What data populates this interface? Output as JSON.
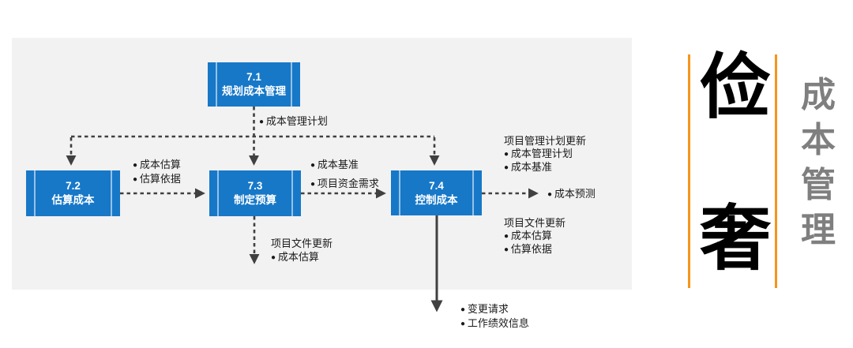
{
  "processes": [
    {
      "number": "7.1",
      "name": "规划成本管理"
    },
    {
      "number": "7.2",
      "name": "估算成本"
    },
    {
      "number": "7.3",
      "name": "制定预算"
    },
    {
      "number": "7.4",
      "name": "控制成本"
    }
  ],
  "labels": {
    "plan_output": {
      "items": [
        "成本管理计划"
      ]
    },
    "estimate_outputs": {
      "items": [
        "成本估算",
        "估算依据"
      ]
    },
    "budget_outputs_right": {
      "items": [
        "成本基准",
        "项目资金需求"
      ]
    },
    "budget_outputs_down": {
      "title": "项目文件更新",
      "items": [
        "成本估算"
      ]
    },
    "control_outputs_plan_updates": {
      "title": "项目管理计划更新",
      "items": [
        "成本管理计划",
        "成本基准"
      ]
    },
    "control_output_forecast": {
      "items": [
        "成本预测"
      ]
    },
    "control_outputs_doc_updates": {
      "title": "项目文件更新",
      "items": [
        "成本估算",
        "估算依据"
      ]
    },
    "control_outputs_down": {
      "items": [
        "变更请求",
        "工作绩效信息"
      ]
    }
  },
  "side_banner": {
    "char_top": "俭",
    "char_bottom": "奢",
    "vertical_title": "成本管理"
  },
  "colors": {
    "process_box_blue": "#1778C8",
    "panel_gray": "#F2F2F2",
    "accent_orange": "#F7941D",
    "connector_dark": "#404040",
    "side_title_gray": "#7F7F7F"
  }
}
